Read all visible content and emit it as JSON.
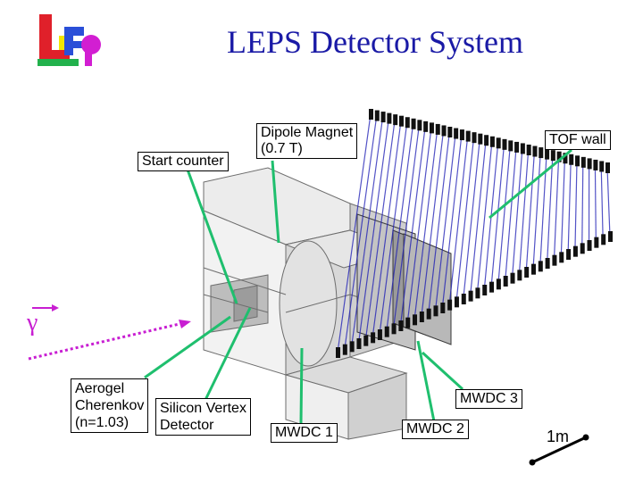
{
  "title": "LEPS Detector System",
  "labels": {
    "start_counter": "Start counter",
    "dipole_magnet_line1": "Dipole Magnet",
    "dipole_magnet_line2": "(0.7 T)",
    "tof_wall": "TOF wall",
    "aerogel_line1": "Aerogel",
    "aerogel_line2": "Cherenkov",
    "aerogel_line3": "(n=1.03)",
    "silicon_vertex_line1": "Silicon Vertex",
    "silicon_vertex_line2": "Detector",
    "mwdc1": "MWDC 1",
    "mwdc2": "MWDC 2",
    "mwdc3": "MWDC 3",
    "scale": "1m",
    "beam_symbol": "γ"
  },
  "colors": {
    "title": "#1a1aa6",
    "leader_line": "#1fbf6e",
    "beam": "#c81ed2",
    "tof_slab": "#1a1ab4",
    "magnet_fill": "#f2f2f2",
    "magnet_stroke": "#6e6e6e"
  },
  "logo": {
    "text": "LEPS",
    "colors": [
      "#e0202a",
      "#f2e600",
      "#2a4fd8",
      "#d21ed2",
      "#22b14c"
    ]
  },
  "icons": {
    "beam": "gamma-arrow-icon",
    "scale_bar": "scale-bar-icon"
  }
}
